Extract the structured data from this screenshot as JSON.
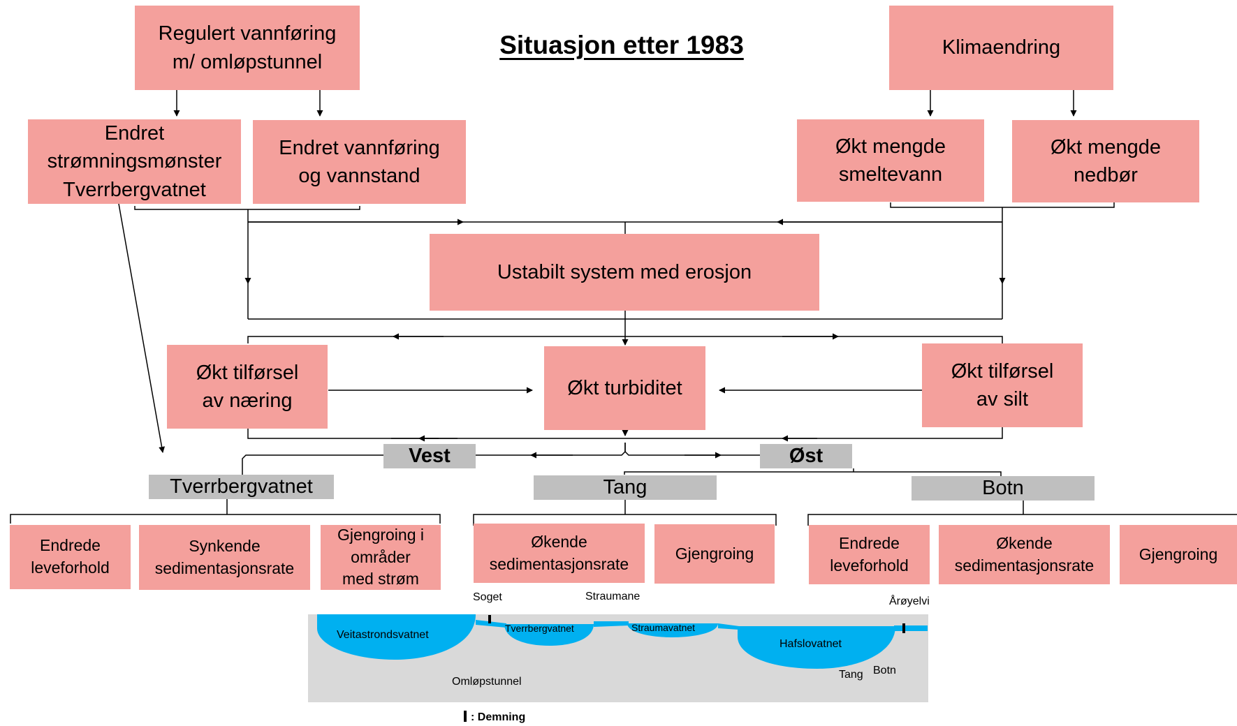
{
  "title": "Situasjon etter 1983",
  "top_boxes": {
    "regulert": "Regulert vannføring\nm/ omløpstunnel",
    "klima": "Klimaendring",
    "stromning": "Endret\nstrømningsmønster\nTverrbergvatnet",
    "vannforing": "Endret vannføring\nog vannstand",
    "smeltevann": "Økt mengde\nsmeltevann",
    "nedbor": "Økt mengde\nnedbør"
  },
  "center_box": "Ustabilt system med erosjon",
  "mid_boxes": {
    "naering": "Økt tilførsel\nav næring",
    "turbiditet": "Økt turbiditet",
    "silt": "Økt tilførsel\nav silt"
  },
  "regions": {
    "vest": "Vest",
    "ost": "Øst"
  },
  "locations": {
    "tverrbergvatnet": "Tverrbergvatnet",
    "tang": "Tang",
    "botn": "Botn"
  },
  "effects": {
    "tverrbergvatnet": [
      "Endrede\nleveforhold",
      "Synkende\nsedimentasjonsrate",
      "Gjengroing i\nområder\nmed strøm"
    ],
    "tang": [
      "Økende\nsedimentasjonsrate",
      "Gjengroing"
    ],
    "botn": [
      "Endrede\nleveforhold",
      "Økende\nsedimentasjonsrate",
      "Gjengroing"
    ]
  },
  "map": {
    "lakes": [
      "Veitastrondsvatnet",
      "Tverrbergvatnet",
      "Straumavatnet",
      "Hafslovatnet"
    ],
    "places": {
      "soget": "Soget",
      "straumane": "Straumane",
      "aroyelvi": "Årøyelvi",
      "tang": "Tang",
      "botn": "Botn"
    },
    "tunnel": "Omløpstunnel",
    "legend": ": Demning",
    "colors": {
      "water": "#00b0f0",
      "ground": "#d9d9d9"
    }
  },
  "colors": {
    "box": "#f4a09c",
    "label": "#bfbfbf"
  }
}
